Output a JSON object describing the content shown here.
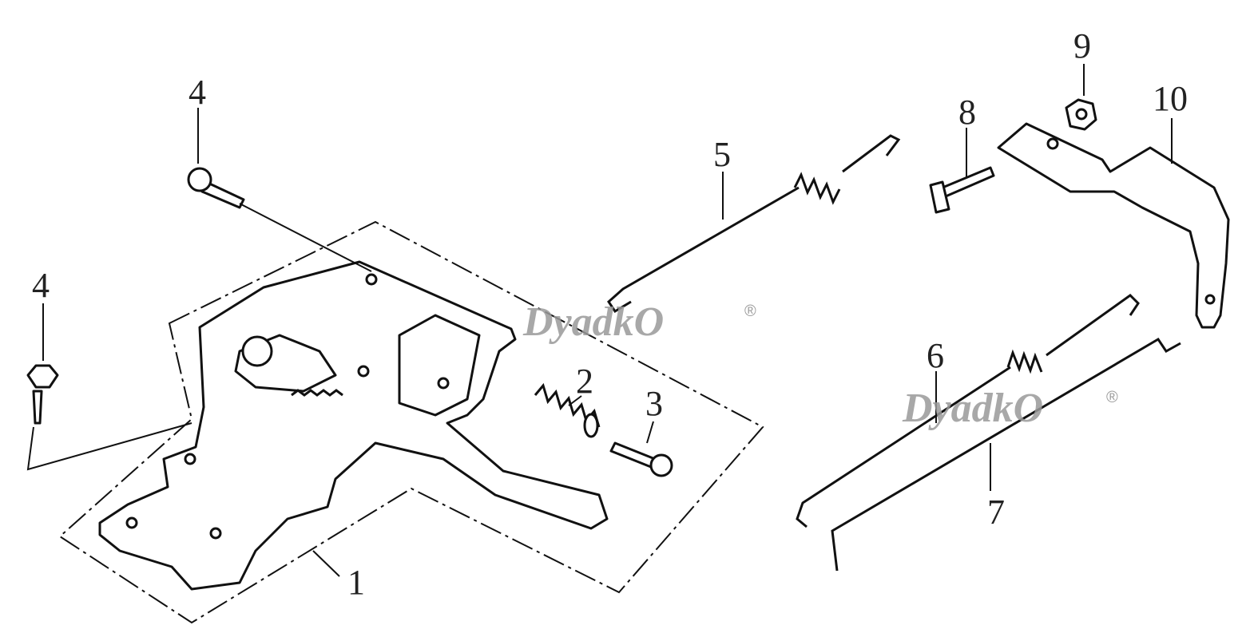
{
  "diagram": {
    "labels": {
      "p1": "1",
      "p2": "2",
      "p3": "3",
      "p4a": "4",
      "p4b": "4",
      "p5": "5",
      "p6": "6",
      "p7": "7",
      "p8": "8",
      "p9": "9",
      "p10": "10"
    },
    "watermark": {
      "text": "DyadkO",
      "mark": "®"
    },
    "line_color": "#111111",
    "watermark_color": "#9a9a9a"
  }
}
